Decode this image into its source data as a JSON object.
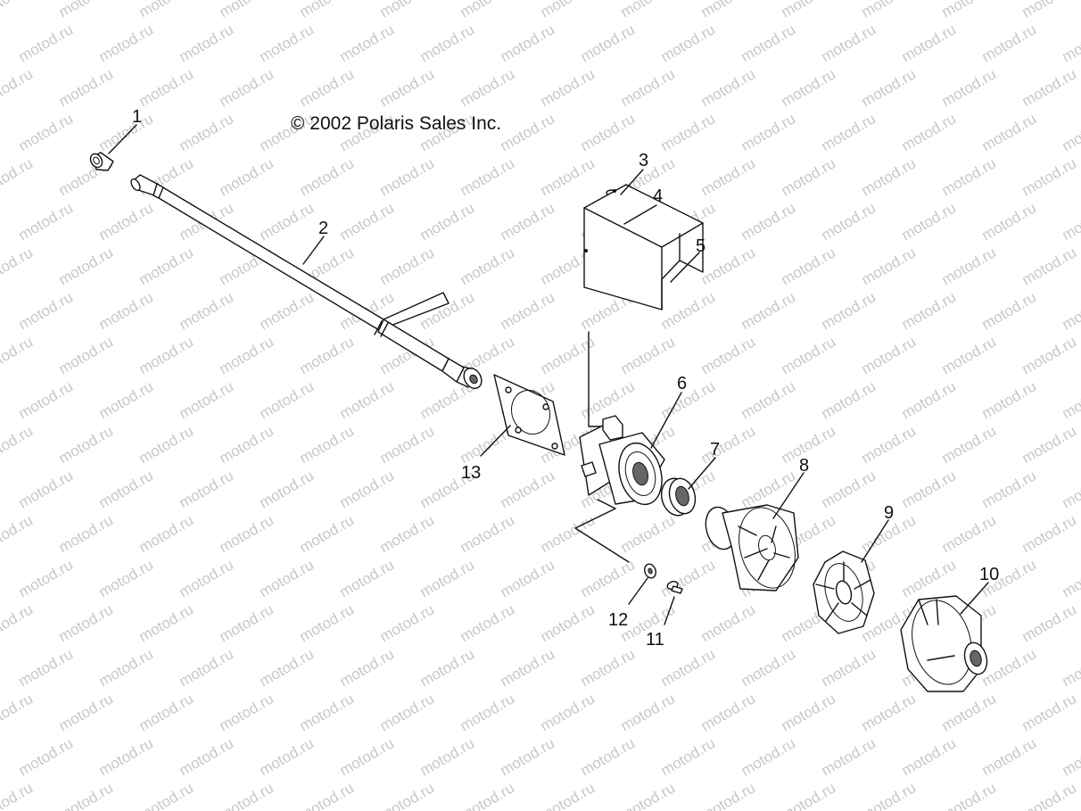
{
  "copyright": "© 2002 Polaris Sales Inc.",
  "watermark": "motod.ru",
  "callouts": [
    {
      "id": "1",
      "label": "1"
    },
    {
      "id": "2",
      "label": "2"
    },
    {
      "id": "3",
      "label": "3"
    },
    {
      "id": "4",
      "label": "4"
    },
    {
      "id": "5",
      "label": "5"
    },
    {
      "id": "6",
      "label": "6"
    },
    {
      "id": "7",
      "label": "7"
    },
    {
      "id": "8",
      "label": "8"
    },
    {
      "id": "9",
      "label": "9"
    },
    {
      "id": "10",
      "label": "10"
    },
    {
      "id": "11",
      "label": "11"
    },
    {
      "id": "12",
      "label": "12"
    },
    {
      "id": "13",
      "label": "13"
    }
  ]
}
